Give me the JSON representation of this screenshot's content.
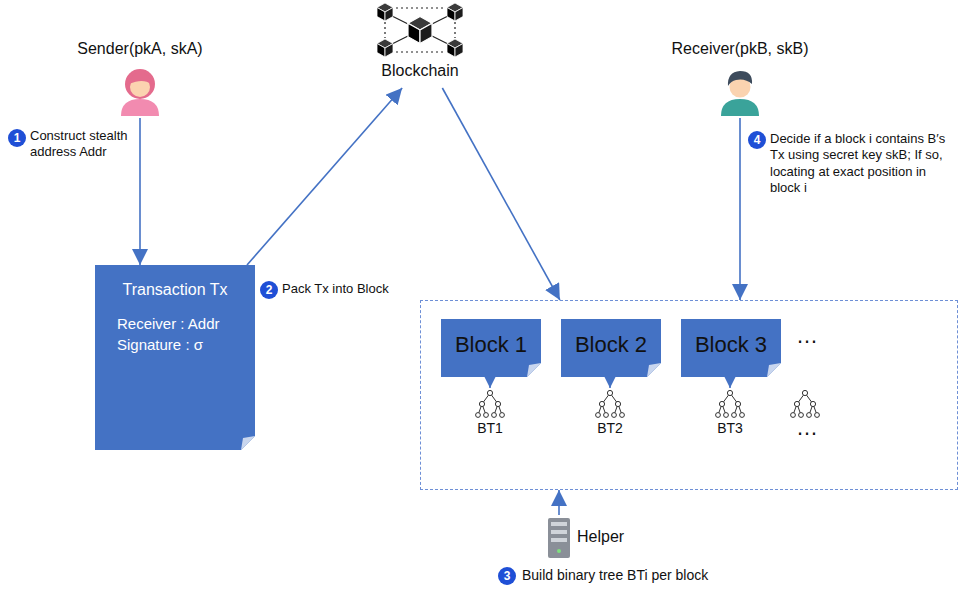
{
  "diagram": {
    "nodes": [
      {
        "text": [
          "Sender(pkA, skA)"
        ]
      },
      {
        "text": [
          "Blockchain"
        ]
      },
      {
        "text": [
          "Receiver(pkB, skB)"
        ]
      },
      {
        "text": [
          "Transaction Tx",
          "Receiver : Addr",
          "Signature : σ"
        ]
      },
      {
        "text": [
          "…",
          "…"
        ]
      },
      {
        "text": [
          "Block 1"
        ],
        "in": 4
      },
      {
        "text": [
          "Block 2"
        ],
        "in": 4
      },
      {
        "text": [
          "Block 3"
        ],
        "in": 4
      },
      {
        "text": [
          "Helper"
        ]
      }
    ],
    "edges": [
      {
        "from": 0,
        "to": 3,
        "arrow": "to",
        "label": "Construct stealth address Addr"
      },
      {
        "from": 3,
        "to": 1,
        "arrow": "to",
        "label": "Pack Tx into Block"
      },
      {
        "from": 1,
        "to": 4,
        "arrow": "to"
      },
      {
        "from": 2,
        "to": 4,
        "arrow": "to",
        "label": "Decide if a block i contains B′s Tx using secret key skB; If so, locating at exact position in block i"
      },
      {
        "from": 8,
        "to": 4,
        "arrow": "to"
      }
    ],
    "labels": [
      "1",
      "2",
      "3",
      "4",
      "Build binary tree BTi per block",
      "BT1",
      "BT2",
      "BT3"
    ]
  }
}
